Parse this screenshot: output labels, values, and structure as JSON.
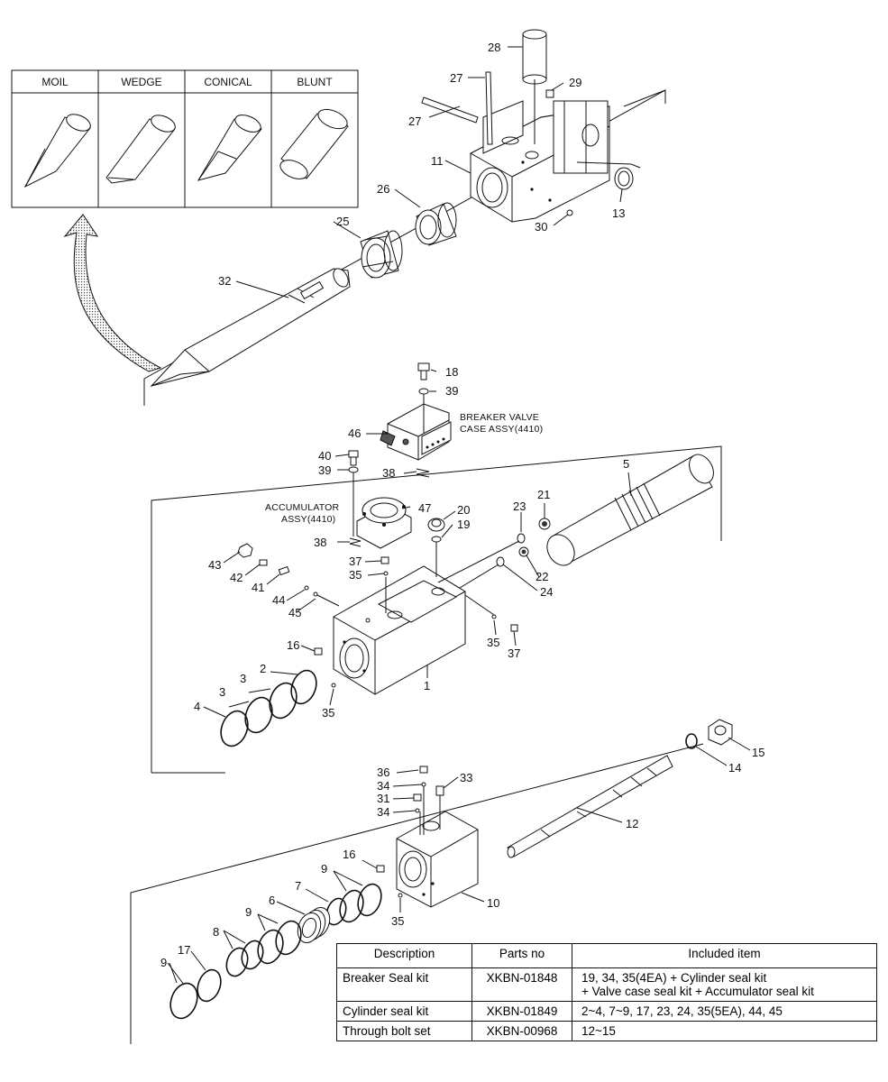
{
  "tool_tips": [
    "MOIL",
    "WEDGE",
    "CONICAL",
    "BLUNT"
  ],
  "callouts": {
    "c28": "28",
    "c27a": "27",
    "c27b": "27",
    "c29": "29",
    "c11": "11",
    "c26": "26",
    "c30": "30",
    "c13": "13",
    "c25": "25",
    "c32": "32",
    "c18": "18",
    "c39a": "39",
    "c46": "46",
    "c40": "40",
    "c39b": "39",
    "c38a": "38",
    "c5": "5",
    "c21": "21",
    "c23": "23",
    "c20": "20",
    "c19": "19",
    "c47": "47",
    "c38b": "38",
    "c22": "22",
    "c43": "43",
    "c42": "42",
    "c41": "41",
    "c37a": "37",
    "c35a": "35",
    "c44": "44",
    "c45": "45",
    "c24": "24",
    "c35b": "35",
    "c37b": "37",
    "c16a": "16",
    "c2": "2",
    "c3a": "3",
    "c3b": "3",
    "c4": "4",
    "c35c": "35",
    "c1": "1",
    "c15": "15",
    "c14": "14",
    "c36": "36",
    "c33": "33",
    "c34a": "34",
    "c31": "31",
    "c34b": "34",
    "c12": "12",
    "c16b": "16",
    "c9a": "9",
    "c7": "7",
    "c10": "10",
    "c35d": "35",
    "c6": "6",
    "c9b": "9",
    "c8": "8",
    "c17": "17",
    "c9c": "9"
  },
  "assembly_notes": {
    "valve_line1": "BREAKER VALVE",
    "valve_line2": "CASE ASSY(4410)",
    "acc_line1": "ACCUMULATOR",
    "acc_line2": "ASSY(4410)"
  },
  "table": {
    "headers": [
      "Description",
      "Parts no",
      "Included item"
    ],
    "rows": [
      {
        "description": "Breaker Seal kit",
        "parts_no": "XKBN-01848",
        "included_line1": "19, 34, 35(4EA) + Cylinder seal kit",
        "included_line2": "+ Valve case seal kit + Accumulator seal kit"
      },
      {
        "description": "Cylinder seal kit",
        "parts_no": "XKBN-01849",
        "included_line1": "2~4, 7~9, 17, 23, 24, 35(5EA), 44, 45",
        "included_line2": ""
      },
      {
        "description": "Through bolt set",
        "parts_no": "XKBN-00968",
        "included_line1": "12~15",
        "included_line2": ""
      }
    ]
  }
}
